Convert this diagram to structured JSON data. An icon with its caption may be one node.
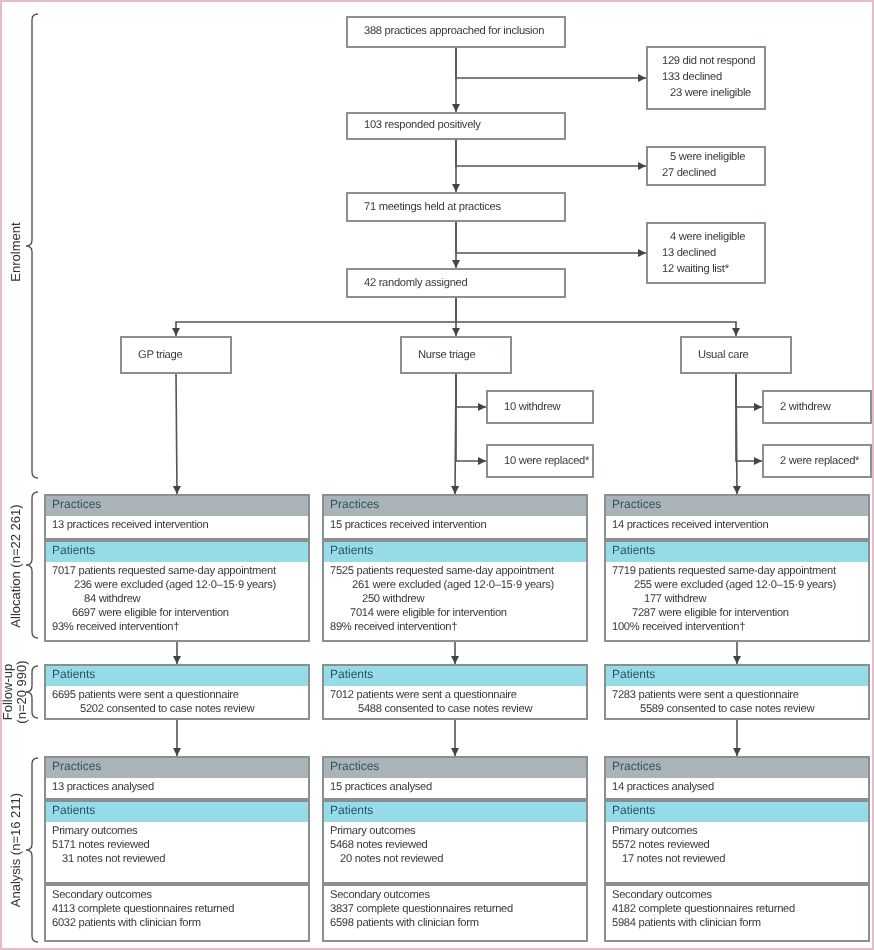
{
  "diagram": {
    "nodes": [
      {
        "text": [
          "388 practices approached for inclusion"
        ]
      },
      {
        "text": [
          "129 did not respond",
          "133 declined",
          "23 were ineligible"
        ]
      },
      {
        "text": [
          "103 responded positively"
        ]
      },
      {
        "text": [
          "5 were ineligible",
          "27 declined"
        ]
      },
      {
        "text": [
          "71 meetings held at practices"
        ]
      },
      {
        "text": [
          "4 were ineligible",
          "13 declined",
          "12 waiting list*"
        ]
      },
      {
        "text": [
          "42 randomly assigned"
        ]
      },
      {
        "text": [
          "GP triage"
        ]
      },
      {
        "text": [
          "Nurse triage"
        ]
      },
      {
        "text": [
          "Usual care"
        ]
      },
      {
        "text": [
          "10 withdrew"
        ]
      },
      {
        "text": [
          "10 were replaced*"
        ]
      },
      {
        "text": [
          "2 withdrew"
        ]
      },
      {
        "text": [
          "2 were replaced*"
        ]
      },
      {
        "text": [
          "Practices",
          "13 practices received intervention"
        ]
      },
      {
        "text": [
          "Patients",
          "7017 patients requested same-day appointment",
          "236 were excluded (aged 12·0–15·9 years)",
          "84 withdrew",
          "6697 were eligible for intervention",
          "93% received intervention†"
        ]
      },
      {
        "text": [
          "Practices",
          "15 practices received intervention"
        ]
      },
      {
        "text": [
          "Patients",
          "7525 patients requested same-day appointment",
          "261 were excluded (aged 12·0–15·9 years)",
          "250 withdrew",
          "7014 were eligible for intervention",
          "89% received intervention†"
        ]
      },
      {
        "text": [
          "Practices",
          "14 practices received intervention"
        ]
      },
      {
        "text": [
          "Patients",
          "7719 patients requested same-day appointment",
          "255 were excluded (aged 12·0–15·9 years)",
          "177 withdrew",
          "7287 were eligible for intervention",
          "100% received intervention†"
        ]
      },
      {
        "text": [
          "Patients",
          "6695 patients were sent a questionnaire",
          "5202 consented to case notes review"
        ]
      },
      {
        "text": [
          "Patients",
          "7012 patients were sent a questionnaire",
          "5488 consented to case notes review"
        ]
      },
      {
        "text": [
          "Patients",
          "7283 patients were sent a questionnaire",
          "5589 consented to case notes review"
        ]
      },
      {
        "text": [
          "Practices",
          "13 practices analysed"
        ]
      },
      {
        "text": [
          "Patients",
          "Primary outcomes",
          "5171 notes reviewed",
          "31 notes not reviewed"
        ]
      },
      {
        "text": [
          "Secondary outcomes",
          "4113 complete questionnaires returned",
          "6032 patients with clinician form"
        ]
      },
      {
        "text": [
          "Practices",
          "15 practices analysed"
        ]
      },
      {
        "text": [
          "Patients",
          "Primary outcomes",
          "5468 notes reviewed",
          "20 notes not reviewed"
        ]
      },
      {
        "text": [
          "Secondary outcomes",
          "3837 complete questionnaires returned",
          "6598 patients with clinician form"
        ]
      },
      {
        "text": [
          "Practices",
          "14 practices analysed"
        ]
      },
      {
        "text": [
          "Patients",
          "Primary outcomes",
          "5572 notes reviewed",
          "17 notes not reviewed"
        ]
      },
      {
        "text": [
          "Secondary outcomes",
          "4182 complete questionnaires returned",
          "5984 patients with clinician form"
        ]
      }
    ],
    "edges": [
      {
        "from": 0,
        "to": 2,
        "arrow": "to"
      },
      {
        "from": 0,
        "to": 1,
        "arrow": "to"
      },
      {
        "from": 2,
        "to": 4,
        "arrow": "to"
      },
      {
        "from": 2,
        "to": 3,
        "arrow": "to"
      },
      {
        "from": 4,
        "to": 6,
        "arrow": "to"
      },
      {
        "from": 4,
        "to": 5,
        "arrow": "to"
      },
      {
        "from": 6,
        "to": 7,
        "arrow": "to"
      },
      {
        "from": 6,
        "to": 8,
        "arrow": "to"
      },
      {
        "from": 6,
        "to": 9,
        "arrow": "to"
      },
      {
        "from": 8,
        "to": 10,
        "arrow": "to"
      },
      {
        "from": 8,
        "to": 11,
        "arrow": "to"
      },
      {
        "from": 9,
        "to": 12,
        "arrow": "to"
      },
      {
        "from": 9,
        "to": 13,
        "arrow": "to"
      },
      {
        "from": 7,
        "to": 14,
        "arrow": "to"
      },
      {
        "from": 8,
        "to": 16,
        "arrow": "to"
      },
      {
        "from": 9,
        "to": 18,
        "arrow": "to"
      },
      {
        "from": 15,
        "to": 20,
        "arrow": "to"
      },
      {
        "from": 17,
        "to": 21,
        "arrow": "to"
      },
      {
        "from": 19,
        "to": 22,
        "arrow": "to"
      },
      {
        "from": 20,
        "to": 23,
        "arrow": "to"
      },
      {
        "from": 21,
        "to": 26,
        "arrow": "to"
      },
      {
        "from": 22,
        "to": 29,
        "arrow": "to"
      }
    ],
    "labels": [
      "Enrolment",
      "Allocation (n=22 261)",
      "Follow-up (n=20 990)",
      "Analysis (n=16 211)"
    ]
  }
}
